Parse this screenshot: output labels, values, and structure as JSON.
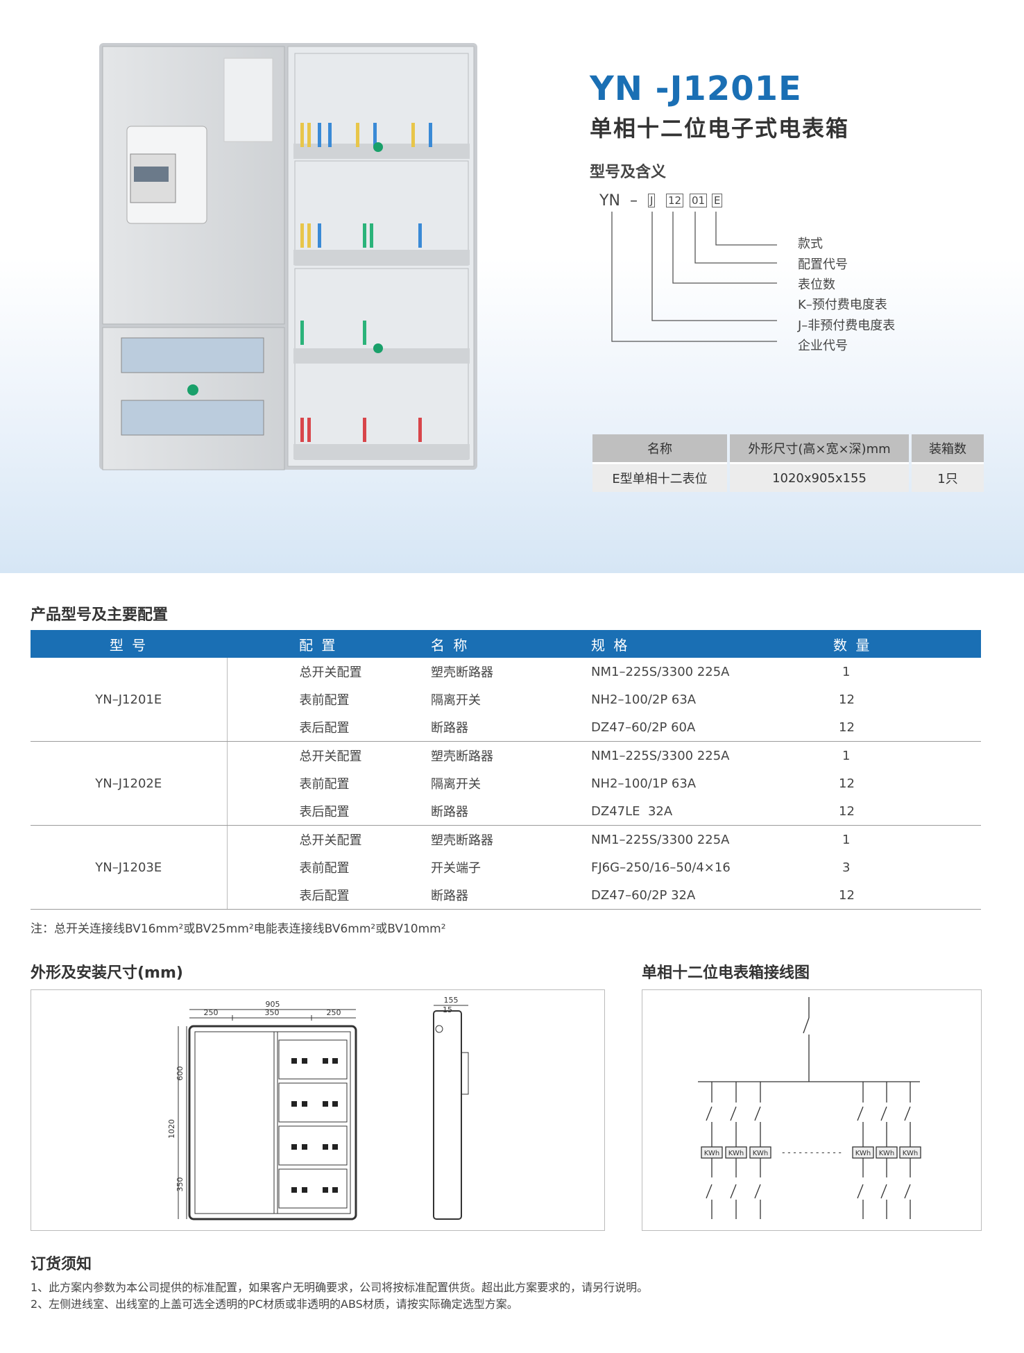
{
  "product": {
    "model": "YN -J1201E",
    "name": "单相十二位电子式电表箱"
  },
  "model_meaning": {
    "title": "型号及含义",
    "prefix": "YN",
    "dash": "–",
    "codes": [
      "J",
      "12",
      "01",
      "E"
    ],
    "labels": [
      "款式",
      "配置代号",
      "表位数",
      "K–预付费电度表",
      "J–非预付费电度表",
      "企业代号"
    ]
  },
  "spec_table": {
    "headers": [
      "名称",
      "外形尺寸(高×宽×深)mm",
      "装箱数"
    ],
    "row": [
      "E型单相十二表位",
      "1020x905x155",
      "1只"
    ]
  },
  "config": {
    "title": "产品型号及主要配置",
    "headers": [
      "型 号",
      "配 置",
      "名 称",
      "规 格",
      "数 量"
    ],
    "groups": [
      {
        "model": "YN–J1201E",
        "rows": [
          [
            "总开关配置",
            "塑壳断路器",
            "NM1–225S/3300 225A",
            "1"
          ],
          [
            "表前配置",
            "隔离开关",
            "NH2–100/2P 63A",
            "12"
          ],
          [
            "表后配置",
            "断路器",
            "DZ47–60/2P 60A",
            "12"
          ]
        ]
      },
      {
        "model": "YN–J1202E",
        "rows": [
          [
            "总开关配置",
            "塑壳断路器",
            "NM1–225S/3300 225A",
            "1"
          ],
          [
            "表前配置",
            "隔离开关",
            "NH2–100/1P 63A",
            "12"
          ],
          [
            "表后配置",
            "断路器",
            "DZ47LE  32A",
            "12"
          ]
        ]
      },
      {
        "model": "YN–J1203E",
        "rows": [
          [
            "总开关配置",
            "塑壳断路器",
            "NM1–225S/3300 225A",
            "1"
          ],
          [
            "表前配置",
            "开关端子",
            "FJ6G–250/16–50/4×16",
            "3"
          ],
          [
            "表后配置",
            "断路器",
            "DZ47–60/2P 32A",
            "12"
          ]
        ]
      }
    ],
    "note": "注：总开关连接线BV16mm²或BV25mm²电能表连接线BV6mm²或BV10mm²"
  },
  "dimensions": {
    "title": "外形及安装尺寸(mm)",
    "width_total": "905",
    "width_parts": [
      "250",
      "350",
      "250"
    ],
    "height_total": "1020",
    "height_parts": [
      "600",
      "350"
    ],
    "depth": "155",
    "depth_part": "15"
  },
  "wiring": {
    "title": "单相十二位电表箱接线图",
    "meter_label": "KWh",
    "ellipsis": "- - - - - - - - - - -"
  },
  "ordering": {
    "title": "订货须知",
    "items": [
      "1、此方案内参数为本公司提供的标准配置，如果客户无明确要求，公司将按标准配置供货。超出此方案要求的，请另行说明。",
      "2、左侧进线室、出线室的上盖可选全透明的PC材质或非透明的ABS材质，请按实际确定选型方案。"
    ]
  }
}
